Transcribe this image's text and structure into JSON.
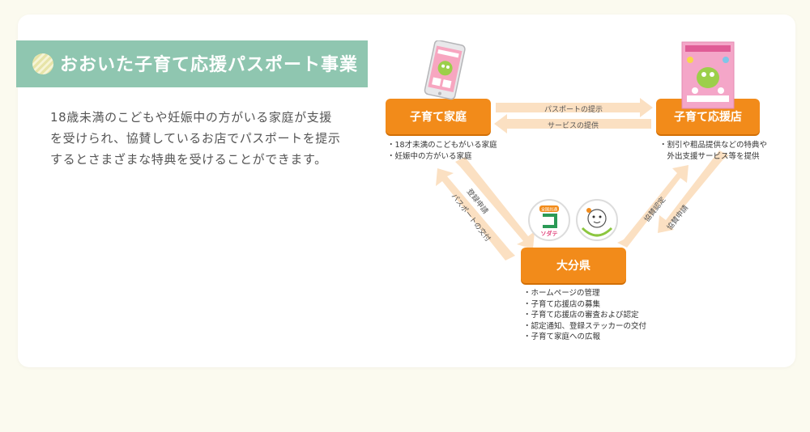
{
  "header": {
    "title": "おおいた子育て応援パスポート事業"
  },
  "description": {
    "lines": [
      "18歳未満のこどもや妊娠中の方がいる家庭が支援",
      "を受けられ、協賛しているお店でパスポートを提示",
      "するとさまざまな特典を受けることができます。"
    ]
  },
  "diagram": {
    "family": {
      "label": "子育て家庭",
      "notes": [
        "・18才未満のこどもがいる家庭",
        "・妊娠中の方がいる家庭"
      ]
    },
    "store": {
      "label": "子育て応援店",
      "notes": [
        "・割引や粗品提供などの特典や",
        "　外出支援サービス等を提供"
      ]
    },
    "prefecture": {
      "label": "大分県",
      "notes": [
        "・ホームページの管理",
        "・子育て応援店の募集",
        "・子育て応援店の審査および認定",
        "・認定通知、登録ステッカーの交付",
        "・子育て家庭への広報"
      ]
    },
    "arrows": {
      "passport_present": "パスポートの提示",
      "service_provide": "サービスの提供",
      "register_apply": "登録申請",
      "passport_issue": "パスポートの交付",
      "sponsor_approve": "協賛認定",
      "sponsor_apply": "協賛申請"
    },
    "logo_text": {
      "badge": "全国共通",
      "soda": "ソダテ"
    }
  },
  "colors": {
    "accent": "#f28b1a",
    "band": "#8fc6b0",
    "arrow": "#fbe0c2",
    "background": "#fbfaef"
  }
}
